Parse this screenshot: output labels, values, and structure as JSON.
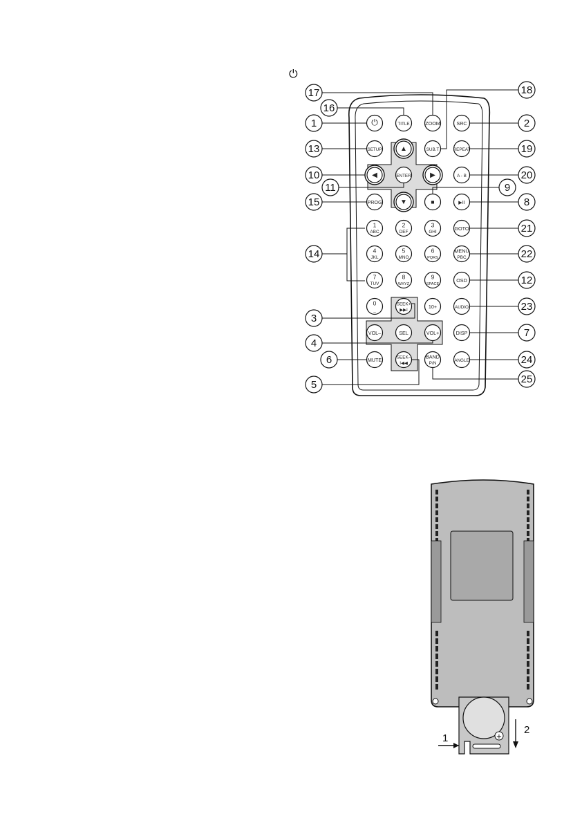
{
  "header_symbol": "⏻",
  "remote": {
    "buttons": [
      {
        "id": "power",
        "label": "⏻",
        "sub": "",
        "kind": "round"
      },
      {
        "id": "title",
        "label": "TITLE",
        "sub": "",
        "kind": "round"
      },
      {
        "id": "zoom",
        "label": "ZOOM",
        "sub": "",
        "kind": "round"
      },
      {
        "id": "src",
        "label": "SRC",
        "sub": "",
        "kind": "round"
      },
      {
        "id": "setup",
        "label": "SETUP",
        "sub": "",
        "kind": "round"
      },
      {
        "id": "up",
        "label": "▲",
        "sub": "",
        "kind": "arrow"
      },
      {
        "id": "subt",
        "label": "SUB.T",
        "sub": "",
        "kind": "round"
      },
      {
        "id": "repeat",
        "label": "REPEAT",
        "sub": "",
        "kind": "round"
      },
      {
        "id": "left",
        "label": "◀",
        "sub": "",
        "kind": "arrow"
      },
      {
        "id": "enter",
        "label": "ENTER",
        "sub": "",
        "kind": "round"
      },
      {
        "id": "right",
        "label": "▶",
        "sub": "",
        "kind": "arrow"
      },
      {
        "id": "ab",
        "label": "A - B",
        "sub": "",
        "kind": "round"
      },
      {
        "id": "prog",
        "label": "PROG",
        "sub": "",
        "kind": "round"
      },
      {
        "id": "down",
        "label": "▼",
        "sub": "",
        "kind": "arrow"
      },
      {
        "id": "stop",
        "label": "■",
        "sub": "",
        "kind": "round"
      },
      {
        "id": "play",
        "label": "▶II",
        "sub": "",
        "kind": "round"
      },
      {
        "id": "k1",
        "label": "1",
        "sub": "ABC",
        "kind": "round"
      },
      {
        "id": "k2",
        "label": "2",
        "sub": "DEF",
        "kind": "round"
      },
      {
        "id": "k3",
        "label": "3",
        "sub": "GHI",
        "kind": "round"
      },
      {
        "id": "goto",
        "label": "GOTO",
        "sub": "",
        "kind": "round"
      },
      {
        "id": "k4",
        "label": "4",
        "sub": "JKL",
        "kind": "round"
      },
      {
        "id": "k5",
        "label": "5",
        "sub": "MNO",
        "kind": "round"
      },
      {
        "id": "k6",
        "label": "6",
        "sub": "PQRS",
        "kind": "round"
      },
      {
        "id": "menu",
        "label": "MENU",
        "sub": "PBC",
        "kind": "round"
      },
      {
        "id": "k7",
        "label": "7",
        "sub": "TUV",
        "kind": "round"
      },
      {
        "id": "k8",
        "label": "8",
        "sub": "WXYZ",
        "kind": "round"
      },
      {
        "id": "k9",
        "label": "9",
        "sub": "SPACE",
        "kind": "round"
      },
      {
        "id": "osd",
        "label": "OSD",
        "sub": "",
        "kind": "round"
      },
      {
        "id": "k0",
        "label": "0",
        "sub": "_",
        "kind": "round"
      },
      {
        "id": "seekup",
        "label": "SEEK+",
        "sub": "▶▶I",
        "kind": "round"
      },
      {
        "id": "k10",
        "label": "10+",
        "sub": "",
        "kind": "round"
      },
      {
        "id": "audio",
        "label": "AUDIO",
        "sub": "",
        "kind": "round"
      },
      {
        "id": "voldn",
        "label": "VOL–",
        "sub": "",
        "kind": "round"
      },
      {
        "id": "sel",
        "label": "SEL",
        "sub": "",
        "kind": "round"
      },
      {
        "id": "volup",
        "label": "VOL+",
        "sub": "",
        "kind": "round"
      },
      {
        "id": "disp",
        "label": "DISP",
        "sub": "",
        "kind": "round"
      },
      {
        "id": "mute",
        "label": "MUTE",
        "sub": "",
        "kind": "round"
      },
      {
        "id": "seekdn",
        "label": "SEEK–",
        "sub": "I◀◀",
        "kind": "round"
      },
      {
        "id": "band",
        "label": "BAND",
        "sub": "P/N",
        "kind": "round"
      },
      {
        "id": "angle",
        "label": "ANGLE",
        "sub": "",
        "kind": "round"
      }
    ],
    "callouts": [
      {
        "num": "1",
        "target": "power"
      },
      {
        "num": "2",
        "target": "src"
      },
      {
        "num": "3",
        "target": "seekup"
      },
      {
        "num": "4",
        "target": "volup"
      },
      {
        "num": "5",
        "target": "seekdn"
      },
      {
        "num": "6",
        "target": "mute"
      },
      {
        "num": "7",
        "target": "disp"
      },
      {
        "num": "8",
        "target": "play"
      },
      {
        "num": "9",
        "target": "stop"
      },
      {
        "num": "10",
        "target": "left"
      },
      {
        "num": "11",
        "target": "enter"
      },
      {
        "num": "12",
        "target": "osd"
      },
      {
        "num": "13",
        "target": "setup"
      },
      {
        "num": "14",
        "target": "k1"
      },
      {
        "num": "15",
        "target": "prog"
      },
      {
        "num": "16",
        "target": "title"
      },
      {
        "num": "17",
        "target": "zoom"
      },
      {
        "num": "18",
        "target": "subt"
      },
      {
        "num": "19",
        "target": "repeat"
      },
      {
        "num": "20",
        "target": "ab"
      },
      {
        "num": "21",
        "target": "goto"
      },
      {
        "num": "22",
        "target": "menu"
      },
      {
        "num": "23",
        "target": "audio"
      },
      {
        "num": "24",
        "target": "angle"
      },
      {
        "num": "25",
        "target": "band"
      }
    ]
  },
  "battery_diagram": {
    "step1_label": "1",
    "step2_label": "2",
    "plus_symbol": "+"
  }
}
